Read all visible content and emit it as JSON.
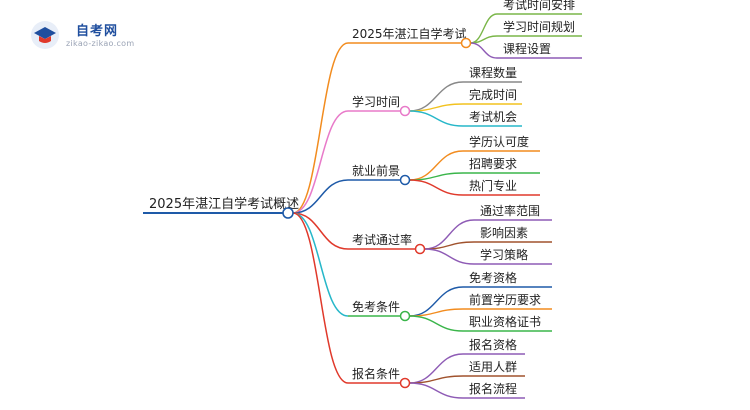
{
  "logo": {
    "name": "自考网",
    "url": "zikao-zikao.com"
  },
  "mindmap": {
    "root": "2025年湛江自学考试概述",
    "branches": [
      {
        "label": "2025年湛江自学考试",
        "color": "#f28c1f",
        "children": [
          "考试时间安排",
          "学习时间规划",
          "课程设置"
        ],
        "child_colors": [
          "#7ab648",
          "#7ab648",
          "#8e5bb5"
        ]
      },
      {
        "label": "学习时间",
        "color": "#e87ac9",
        "children": [
          "课程数量",
          "完成时间",
          "考试机会"
        ],
        "child_colors": [
          "#888888",
          "#f2c21f",
          "#26b7c9"
        ]
      },
      {
        "label": "就业前景",
        "color": "#1e5aa8",
        "children": [
          "学历认可度",
          "招聘要求",
          "热门专业"
        ],
        "child_colors": [
          "#f28c1f",
          "#3ab54a",
          "#e0392b"
        ]
      },
      {
        "label": "考试通过率",
        "color": "#e0392b",
        "children": [
          "通过率范围",
          "影响因素",
          "学习策略"
        ],
        "child_colors": [
          "#8e5bb5",
          "#a0522d",
          "#8e5bb5"
        ]
      },
      {
        "label": "免考条件",
        "color": "#3ab54a",
        "children": [
          "免考资格",
          "前置学历要求",
          "职业资格证书"
        ],
        "child_colors": [
          "#1e5aa8",
          "#f28c1f",
          "#3ab54a"
        ]
      },
      {
        "label": "报名条件",
        "color": "#e0392b",
        "children": [
          "报名资格",
          "适用人群",
          "报名流程"
        ],
        "child_colors": [
          "#8e5bb5",
          "#a0522d",
          "#8e5bb5"
        ]
      }
    ]
  },
  "colors": {
    "root": "#1e5aa8",
    "root_connectors": [
      "#f28c1f",
      "#e87ac9",
      "#1e5aa8",
      "#e0392b",
      "#26b7c9",
      "#e0392b"
    ]
  }
}
